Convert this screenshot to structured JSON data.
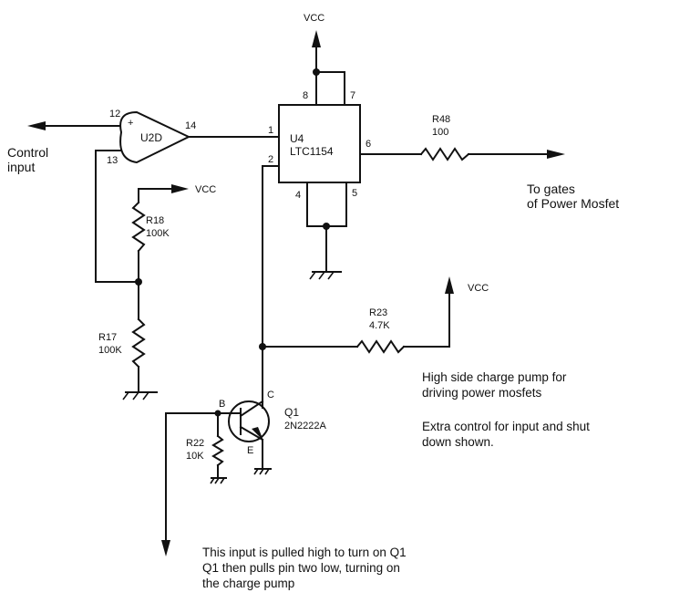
{
  "opamp": {
    "ref": "U2D",
    "pin_plus": "12",
    "pin_minus": "13",
    "pin_out": "14",
    "plus_sign": "+"
  },
  "control_input": {
    "line1": "Control",
    "line2": "input"
  },
  "ic": {
    "ref": "U4",
    "part": "LTC1154",
    "pins": {
      "p1": "1",
      "p2": "2",
      "p4": "4",
      "p5": "5",
      "p6": "6",
      "p7": "7",
      "p8": "8"
    }
  },
  "supply_label": "VCC",
  "resistors": {
    "r48": {
      "ref": "R48",
      "value": "100"
    },
    "r18": {
      "ref": "R18",
      "value": "100K"
    },
    "r17": {
      "ref": "R17",
      "value": "100K"
    },
    "r23": {
      "ref": "R23",
      "value": "4.7K"
    },
    "r22": {
      "ref": "R22",
      "value": "10K"
    }
  },
  "transistor": {
    "ref": "Q1",
    "part": "2N2222A",
    "base": "B",
    "collector": "C",
    "emitter": "E"
  },
  "output_label": {
    "line1": "To gates",
    "line2": "of Power Mosfet"
  },
  "notes": {
    "description": [
      "High side charge pump for",
      "driving power mosfets"
    ],
    "extra": [
      "Extra control for input and shut",
      "down shown."
    ],
    "input_note": [
      "This input is pulled high to turn on Q1",
      "Q1 then pulls pin two low, turning on",
      "the charge pump"
    ]
  }
}
